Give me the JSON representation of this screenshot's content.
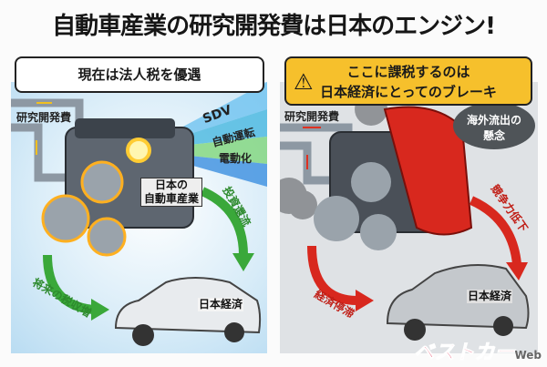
{
  "title": "自動車産業の研究開発費は日本のエンジン!",
  "left_panel": {
    "callout": "現在は法人税を優遇",
    "pipe_label": "研究開発費",
    "rays": [
      "SDV",
      "自動運転",
      "電動化"
    ],
    "engine_plate": [
      "日本の",
      "自動車産業"
    ],
    "arrow_right": "投資還流",
    "arrow_left": "将来の税収増",
    "car_label": "日本経済",
    "accent_color": "#3aa83a"
  },
  "right_panel": {
    "callout": [
      "ここに課税するのは",
      "日本経済にとってのブレーキ"
    ],
    "warning_icon": "warning-triangle-icon",
    "pipe_label": "研究開発費",
    "cloud_text": [
      "海外流出の",
      "懸念"
    ],
    "arrow_right": "競争力低下",
    "arrow_left": "経済停滞",
    "car_label": "日本経済",
    "accent_color": "#d8281e"
  },
  "watermark": {
    "brand": "ベストカー",
    "suffix": "Web"
  }
}
